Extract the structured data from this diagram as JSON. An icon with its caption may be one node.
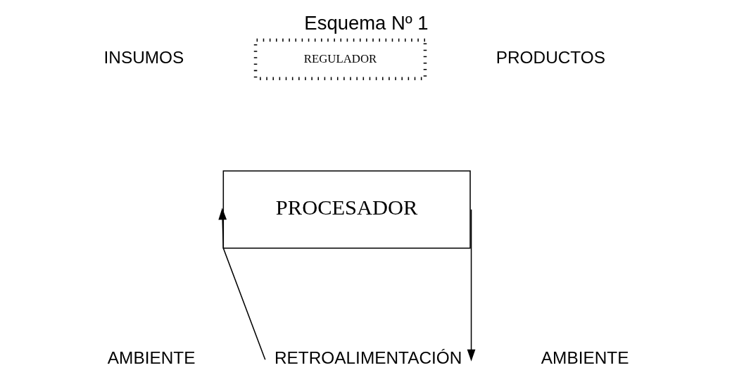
{
  "diagram": {
    "title": "Esquema Nº 1",
    "nodes": [
      {
        "text": [
          "REGULADOR"
        ]
      },
      {
        "text": [
          "PROCESADOR"
        ]
      },
      {
        "text": [
          "RETROALIMENTACIÓN"
        ]
      }
    ],
    "edges": [
      {
        "from": 2,
        "to": 1,
        "arrow": "to"
      },
      {
        "from": 1,
        "to": 2,
        "arrow": "to"
      }
    ],
    "labels": [
      "INSUMOS",
      "PRODUCTOS",
      "AMBIENTE",
      "AMBIENTE"
    ]
  }
}
